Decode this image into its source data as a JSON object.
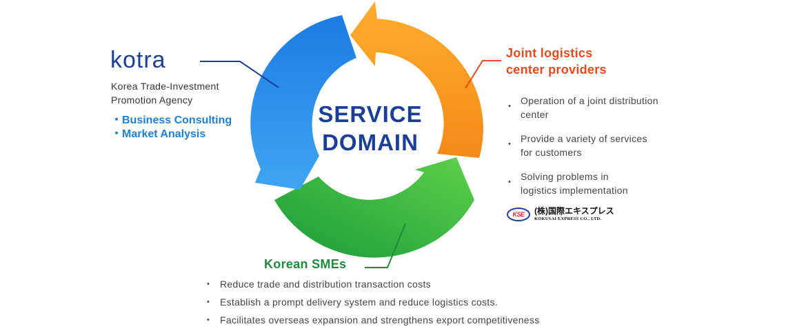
{
  "center": {
    "line1": "SERVICE",
    "line2": "DOMAIN"
  },
  "kotra": {
    "logo_text": "kotra",
    "name_line1": "Korea Trade-Investment",
    "name_line2": "Promotion Agency",
    "services": [
      "・Business Consulting",
      "・Market Analysis"
    ]
  },
  "joint_logistics": {
    "title_line1": "Joint logistics",
    "title_line2": "center providers",
    "items": [
      {
        "line1": "Operation of a joint distribution",
        "line2": "center"
      },
      {
        "line1": "Provide a variety of services",
        "line2": "for customers"
      },
      {
        "line1": "Solving problems in",
        "line2": "logistics implementation"
      }
    ],
    "bullet": "•"
  },
  "kse_logo": {
    "badge": "KSE",
    "jp_name": "(株)国際エキスプレス",
    "en_name": "KOKUSAI EXPRESS CO., LTD."
  },
  "smes": {
    "title": "Korean SMEs",
    "bullet": "•",
    "items": [
      "Reduce trade and distribution transaction costs",
      "Establish a prompt delivery system and reduce logistics costs.",
      "Facilitates overseas expansion and strengthens export competitiveness"
    ]
  },
  "colors": {
    "blue_arrow": "#2a86e8",
    "orange_arrow": "#f7941d",
    "green_arrow": "#2fa843",
    "center_text": "#1b3f96",
    "kotra_connector": "#1b3f96",
    "orange_connector": "#e8491d",
    "green_connector": "#1e8a3c"
  }
}
